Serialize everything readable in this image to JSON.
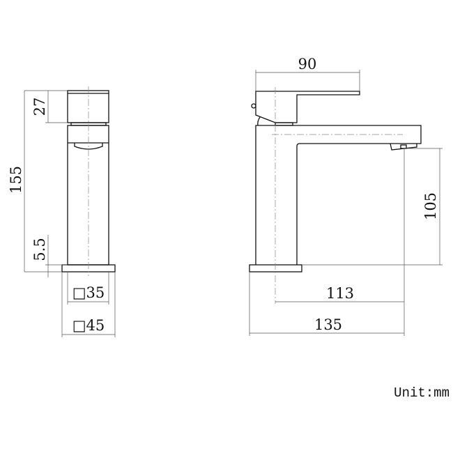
{
  "front_view": {
    "dim_total_height": "155",
    "dim_handle_height": "27",
    "dim_base_thickness": "5.5",
    "dim_body_width": "□35",
    "dim_base_width": "□45"
  },
  "side_view": {
    "dim_handle_length": "90",
    "dim_spout_height": "105",
    "dim_spout_reach": "113",
    "dim_total_length": "135"
  },
  "unit_label": "Unit:mm"
}
